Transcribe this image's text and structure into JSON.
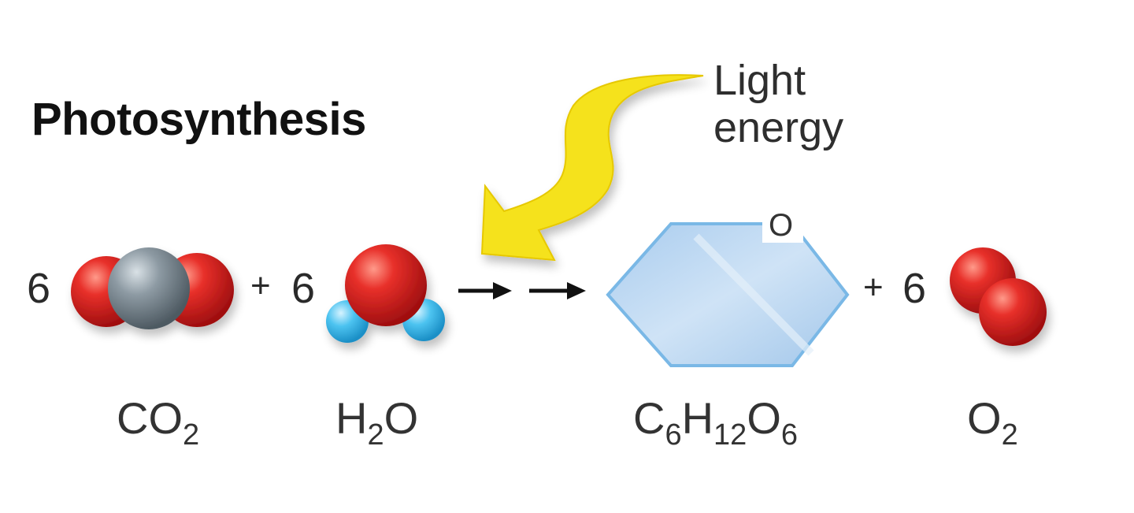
{
  "title": "Photosynthesis",
  "light_energy": {
    "line1": "Light",
    "line2": "energy"
  },
  "reactants": [
    {
      "coefficient": "6",
      "formula": {
        "parts": [
          "CO",
          "2"
        ]
      }
    },
    {
      "coefficient": "6",
      "formula": {
        "parts": [
          "H",
          "2",
          "O"
        ]
      }
    }
  ],
  "operators": {
    "plus": "+"
  },
  "products": [
    {
      "formula": {
        "parts": [
          "C",
          "6",
          "H",
          "12",
          "O",
          "6"
        ]
      },
      "ring_atom": "O"
    },
    {
      "coefficient": "6",
      "formula": {
        "parts": [
          "O",
          "2"
        ]
      }
    }
  ],
  "colors": {
    "oxygen": "#d21f1f",
    "carbon": "#7d8b94",
    "hydrogen": "#38b9ea",
    "glucose_fill": "#bcd8f2",
    "glucose_stroke": "#7ab8e6",
    "light_arrow": "#f5e21c"
  },
  "icons": [
    "co2-molecule-icon",
    "h2o-molecule-icon",
    "reaction-arrow-icon",
    "glucose-ring-icon",
    "o2-molecule-icon",
    "light-arrow-icon"
  ]
}
